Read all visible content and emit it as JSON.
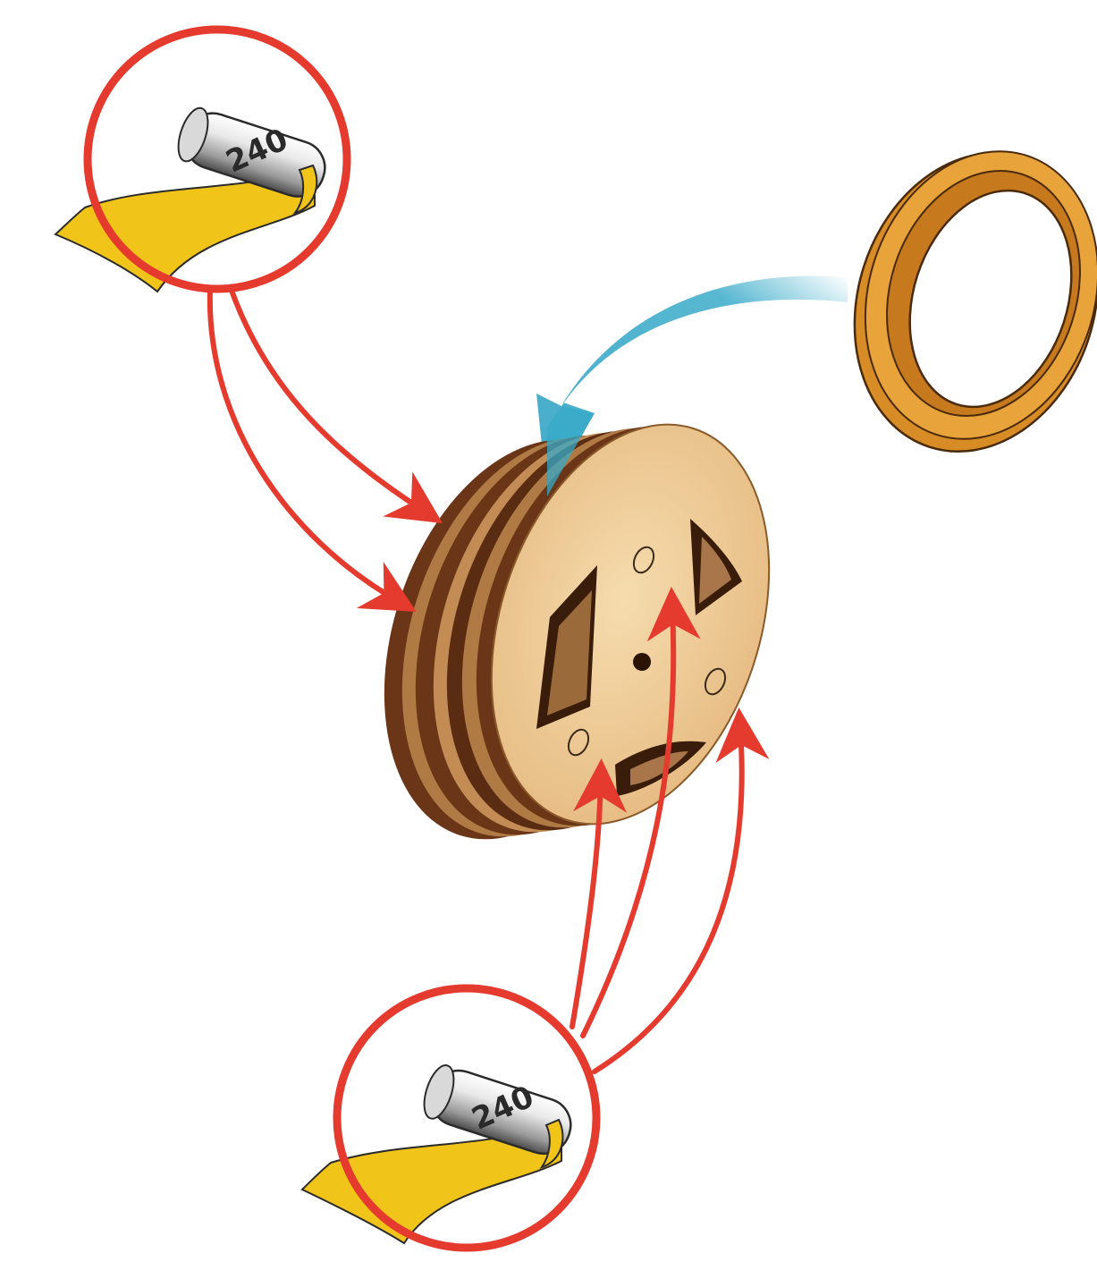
{
  "diagram": {
    "callouts": [
      {
        "id": "top",
        "label": "240",
        "item": "sandpaper-roll"
      },
      {
        "id": "bottom",
        "label": "240",
        "item": "sandpaper-roll"
      }
    ],
    "parts": {
      "wheel": "wooden-wheel",
      "ring": "tire-ring"
    },
    "colors": {
      "callout_circle": "#e53a2e",
      "arrows_red": "#e53a2e",
      "arrow_blue": "#35a9c8",
      "sandpaper": "#f0c419",
      "wood_face": "#efcb96",
      "wood_dark": "#6a3617",
      "ring": "#e8a33a"
    }
  }
}
